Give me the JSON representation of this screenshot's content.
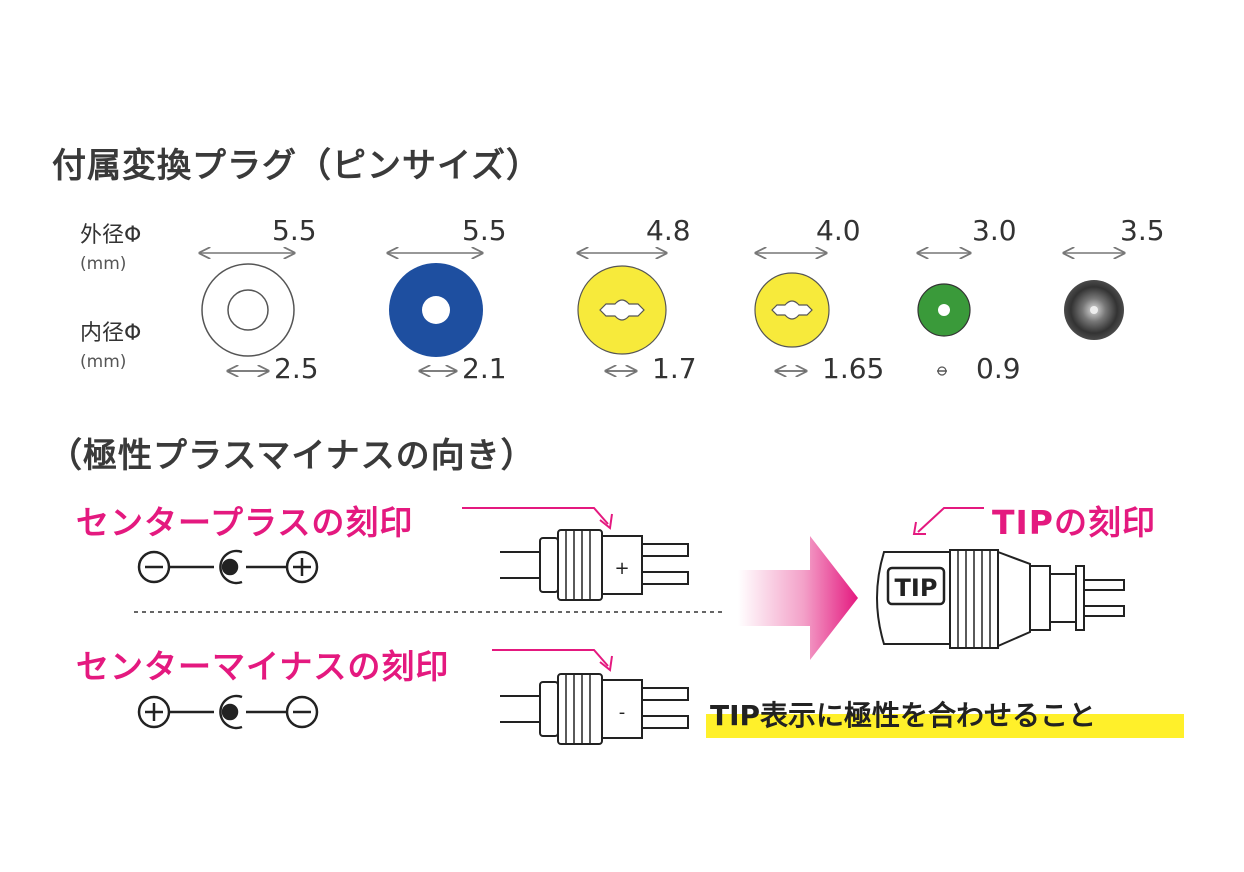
{
  "title": "付属変換プラグ（ピンサイズ）",
  "outer_label": "外径Φ",
  "outer_unit": "(mm)",
  "inner_label": "内径Φ",
  "inner_unit": "(mm)",
  "plugs": [
    {
      "outer": "5.5",
      "inner": "2.5",
      "color": "#ffffff"
    },
    {
      "outer": "5.5",
      "inner": "2.1",
      "color": "#1e4fa0"
    },
    {
      "outer": "4.8",
      "inner": "1.7",
      "color": "#f7ea3b"
    },
    {
      "outer": "4.0",
      "inner": "1.65",
      "color": "#f7ea3b"
    },
    {
      "outer": "3.0",
      "inner": "0.9",
      "color": "#3a9a3a"
    },
    {
      "outer": "3.5",
      "inner": "",
      "color": "#444444"
    }
  ],
  "polarity_title": "（極性プラスマイナスの向き）",
  "center_plus_label": "センタープラスの刻印",
  "center_minus_label": "センターマイナスの刻印",
  "tip_mark_label": "TIPの刻印",
  "tip_text": "TIP",
  "plus_symbol": "+",
  "minus_symbol": "-",
  "note": "TIP表示に極性を合わせること",
  "colors": {
    "accent": "#e4197f",
    "highlight": "#fff02a"
  }
}
